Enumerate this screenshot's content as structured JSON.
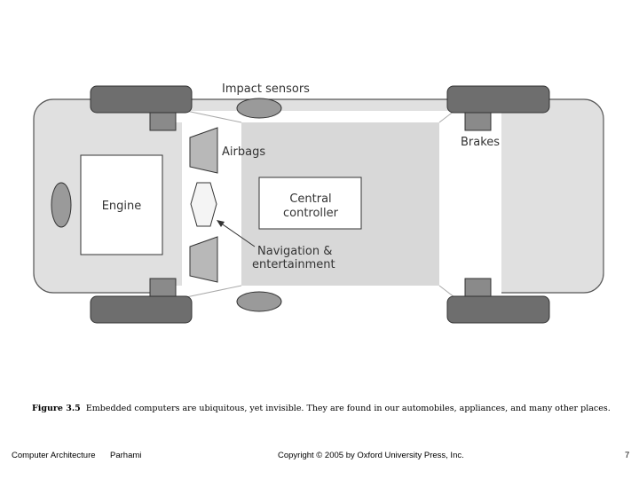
{
  "diagram": {
    "labels": {
      "impact_sensors": "Impact sensors",
      "airbags": "Airbags",
      "brakes": "Brakes",
      "engine": "Engine",
      "central_line1": "Central",
      "central_line2": "controller",
      "nav_line1": "Navigation &",
      "nav_line2": "entertainment"
    }
  },
  "caption": {
    "figure_label": "Figure 3.5",
    "text": "Embedded computers are ubiquitous, yet invisible. They are found in our automobiles, appliances, and many other places."
  },
  "footer": {
    "course": "Computer Architecture",
    "author": "Parhami",
    "copyright": "Copyright © 2005 by Oxford University Press, Inc.",
    "page": "7"
  }
}
